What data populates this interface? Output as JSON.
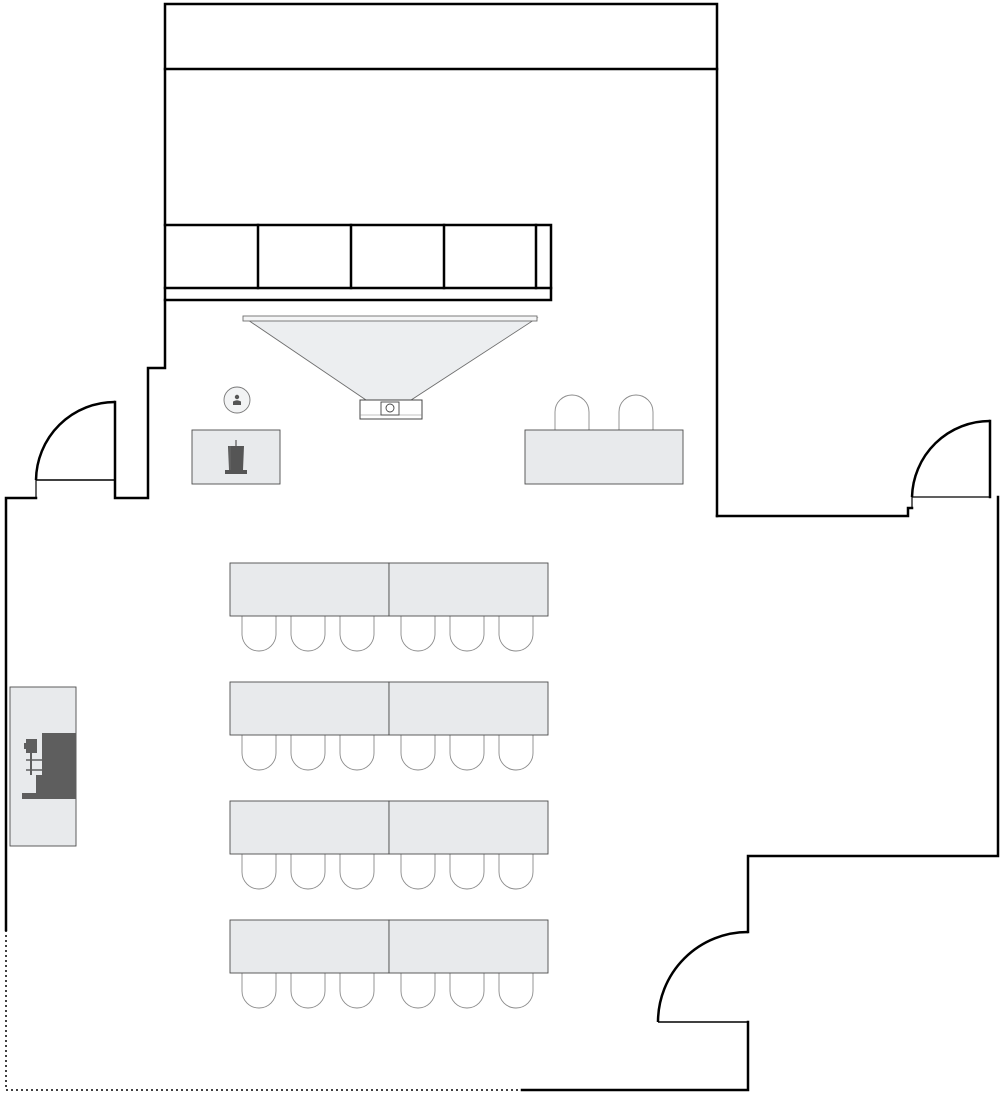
{
  "plan": {
    "wall_color": "#000000",
    "furniture_fill": "#e8eaec",
    "furniture_stroke": "#4d4d4d",
    "equipment_color": "#555555",
    "projection_fill": "#eceef0"
  },
  "objects": {
    "doors": 3,
    "classroom_tables": 8,
    "classroom_chairs": 24,
    "head_table_chairs": 2,
    "storage_cabinets": 4
  },
  "icons": [
    "podium-icon",
    "person-icon",
    "projector-icon",
    "projection-screen-icon",
    "buffet-station-icon"
  ]
}
